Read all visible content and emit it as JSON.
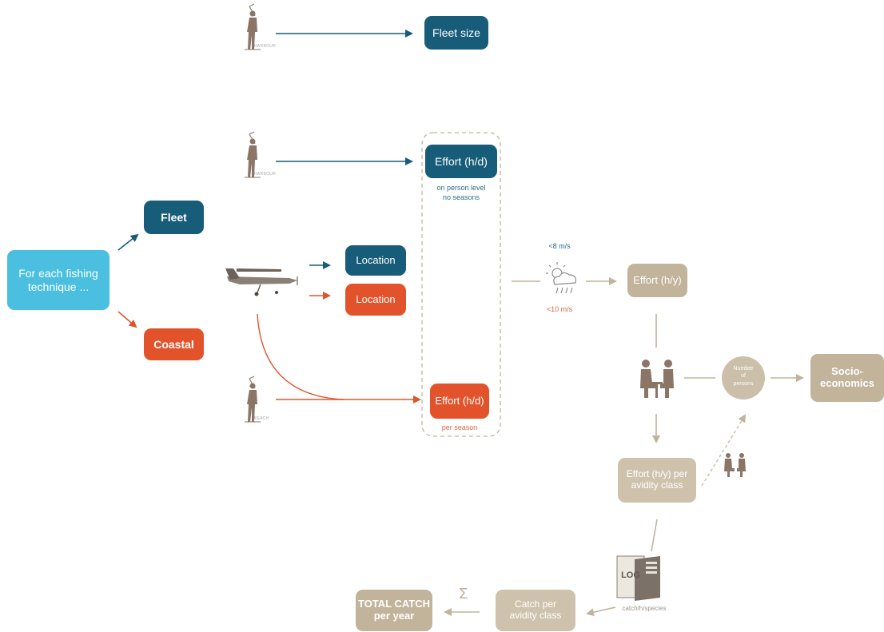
{
  "colors": {
    "teal": "#175c78",
    "orange": "#e2532c",
    "cyan": "#4bbfe0",
    "tan": "#c2b39b",
    "person_brown": "#8b7566"
  },
  "icons": [
    "fisherman-icon",
    "airplane-icon",
    "weather-icon",
    "interview-icon",
    "logbook-icon"
  ],
  "nodes": {
    "fleet_size": "Fleet size",
    "effort_hd_top": "Effort (h/d)",
    "effort_hd_top_note1": "on person level",
    "effort_hd_top_note2": "no seasons",
    "fleet": "Fleet",
    "for_each1": "For each fishing",
    "for_each2": "technique ...",
    "coastal": "Coastal",
    "location_teal": "Location",
    "location_orange": "Location",
    "effort_hd_bottom": "Effort (h/d)",
    "effort_hd_bottom_note": "per season",
    "effort_hy": "Effort (h/y)",
    "wind_low": "<8 m/s",
    "wind_high": "<10 m/s",
    "number_persons1": "Number",
    "number_persons2": "of",
    "number_persons3": "persons",
    "socio1": "Socio-",
    "socio2": "economics",
    "effort_avidity1": "Effort (h/y) per",
    "effort_avidity2": "avidity class",
    "logbook_text": "LOG",
    "logbook_note": "catch/h/species",
    "catch_avidity1": "Catch per",
    "catch_avidity2": "avidity class",
    "sigma": "Σ",
    "total1": "TOTAL CATCH",
    "total2": "per year"
  },
  "survey_labels": {
    "harbour1": "HARBOUR",
    "harbour2": "HARBOUR",
    "beach": "BEACH"
  }
}
